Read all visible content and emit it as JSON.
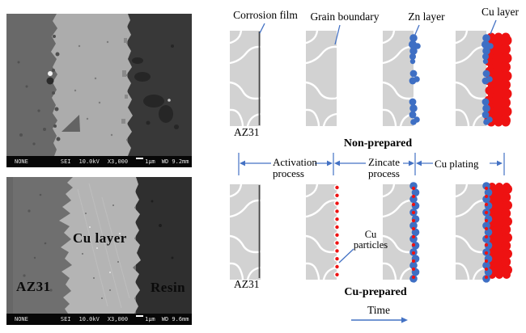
{
  "sem_top": {
    "statusbar": {
      "mode": "NONE",
      "signal": "SEI",
      "voltage": "10.0kV",
      "magnification": "X3,000",
      "scale": "1µm",
      "wd": "WD 9.2mm"
    }
  },
  "sem_bottom": {
    "labels": {
      "substrate": "AZ31",
      "layer": "Cu layer",
      "mount": "Resin"
    },
    "statusbar": {
      "mode": "NONE",
      "signal": "SEI",
      "voltage": "10.0kV",
      "magnification": "X3,000",
      "scale": "1µm",
      "wd": "WD 9.6mm"
    }
  },
  "diagram": {
    "callouts": {
      "corrosion_film": "Corrosion film",
      "grain_boundary": "Grain boundary",
      "zn_layer": "Zn layer",
      "cu_layer": "Cu layer",
      "cu_particles": "Cu particles"
    },
    "substrate_top": "AZ31",
    "substrate_bottom": "AZ31",
    "row_labels": {
      "top": "Non-prepared",
      "bottom": "Cu-prepared"
    },
    "process_steps": [
      "Activation process",
      "Zincate process",
      "Cu plating"
    ],
    "time_label": "Time",
    "colors": {
      "zn_blue": "#3e6fc4",
      "cu_red": "#ee1212",
      "accent_blue": "#4472c4",
      "crystal_gray": "#d2d2d2",
      "corrosion_film_line": "#474747"
    }
  }
}
